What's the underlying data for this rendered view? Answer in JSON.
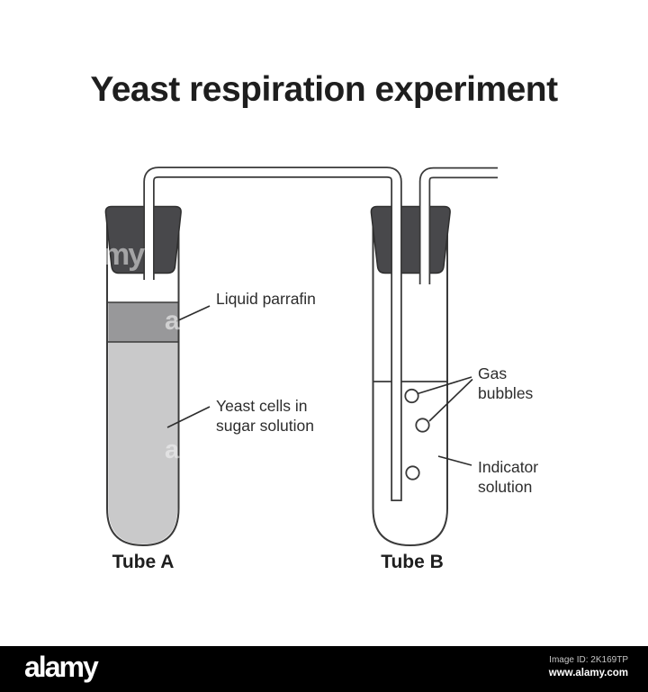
{
  "title": "Yeast respiration experiment",
  "diagram": {
    "labels": {
      "liquid_parrafin": "Liquid parrafin",
      "yeast_line1": "Yeast cells in",
      "yeast_line2": "sugar solution",
      "gas_line1": "Gas",
      "gas_line2": "bubbles",
      "indicator_line1": "Indicator",
      "indicator_line2": "solution",
      "tube_a": "Tube A",
      "tube_b": "Tube B"
    },
    "bubble_count": 3,
    "colors": {
      "outline": "#3a3a3a",
      "stopper": "#48484b",
      "liquid_parrafin": "#98989a",
      "yeast_solution": "#c9c9ca",
      "tube_interior": "#ffffff"
    }
  },
  "watermark": {
    "stopper_fragment": "my",
    "parrafin_fragment": "a",
    "solution_fragment": "a"
  },
  "footer": {
    "brand": "alamy",
    "image_id": "Image ID: 2K169TP",
    "website": "www.alamy.com",
    "bar_color": "#000000"
  }
}
